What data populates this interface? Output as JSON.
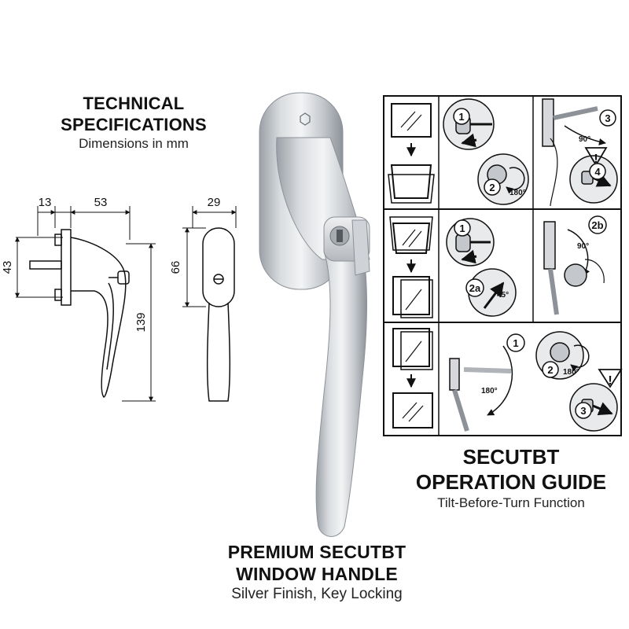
{
  "technical": {
    "title_line1": "TECHNICAL",
    "title_line2": "SPECIFICATIONS",
    "subtitle": "Dimensions in mm",
    "dimensions": {
      "d13": "13",
      "d53": "53",
      "d29": "29",
      "d43": "43",
      "d66": "66",
      "d139": "139"
    }
  },
  "guide": {
    "title_line1": "SECUTBT",
    "title_line2": "OPERATION GUIDE",
    "subtitle": "Tilt-Before-Turn Function",
    "labels": {
      "s1": "1",
      "s2": "2",
      "s3": "3",
      "s4": "4",
      "s2a": "2a",
      "s2b": "2b",
      "a180": "180°",
      "a90": "90°",
      "a45": "45°",
      "warn": "!"
    }
  },
  "product": {
    "title_line1": "PREMIUM SECUTBT",
    "title_line2": "WINDOW HANDLE",
    "subtitle": "Silver Finish, Key Locking"
  },
  "colors": {
    "ink": "#111111",
    "panel_bg": "#f2f2f2",
    "silver_light": "#e4e6e8",
    "silver_mid": "#b9bdc2",
    "silver_dark": "#8d9298"
  }
}
